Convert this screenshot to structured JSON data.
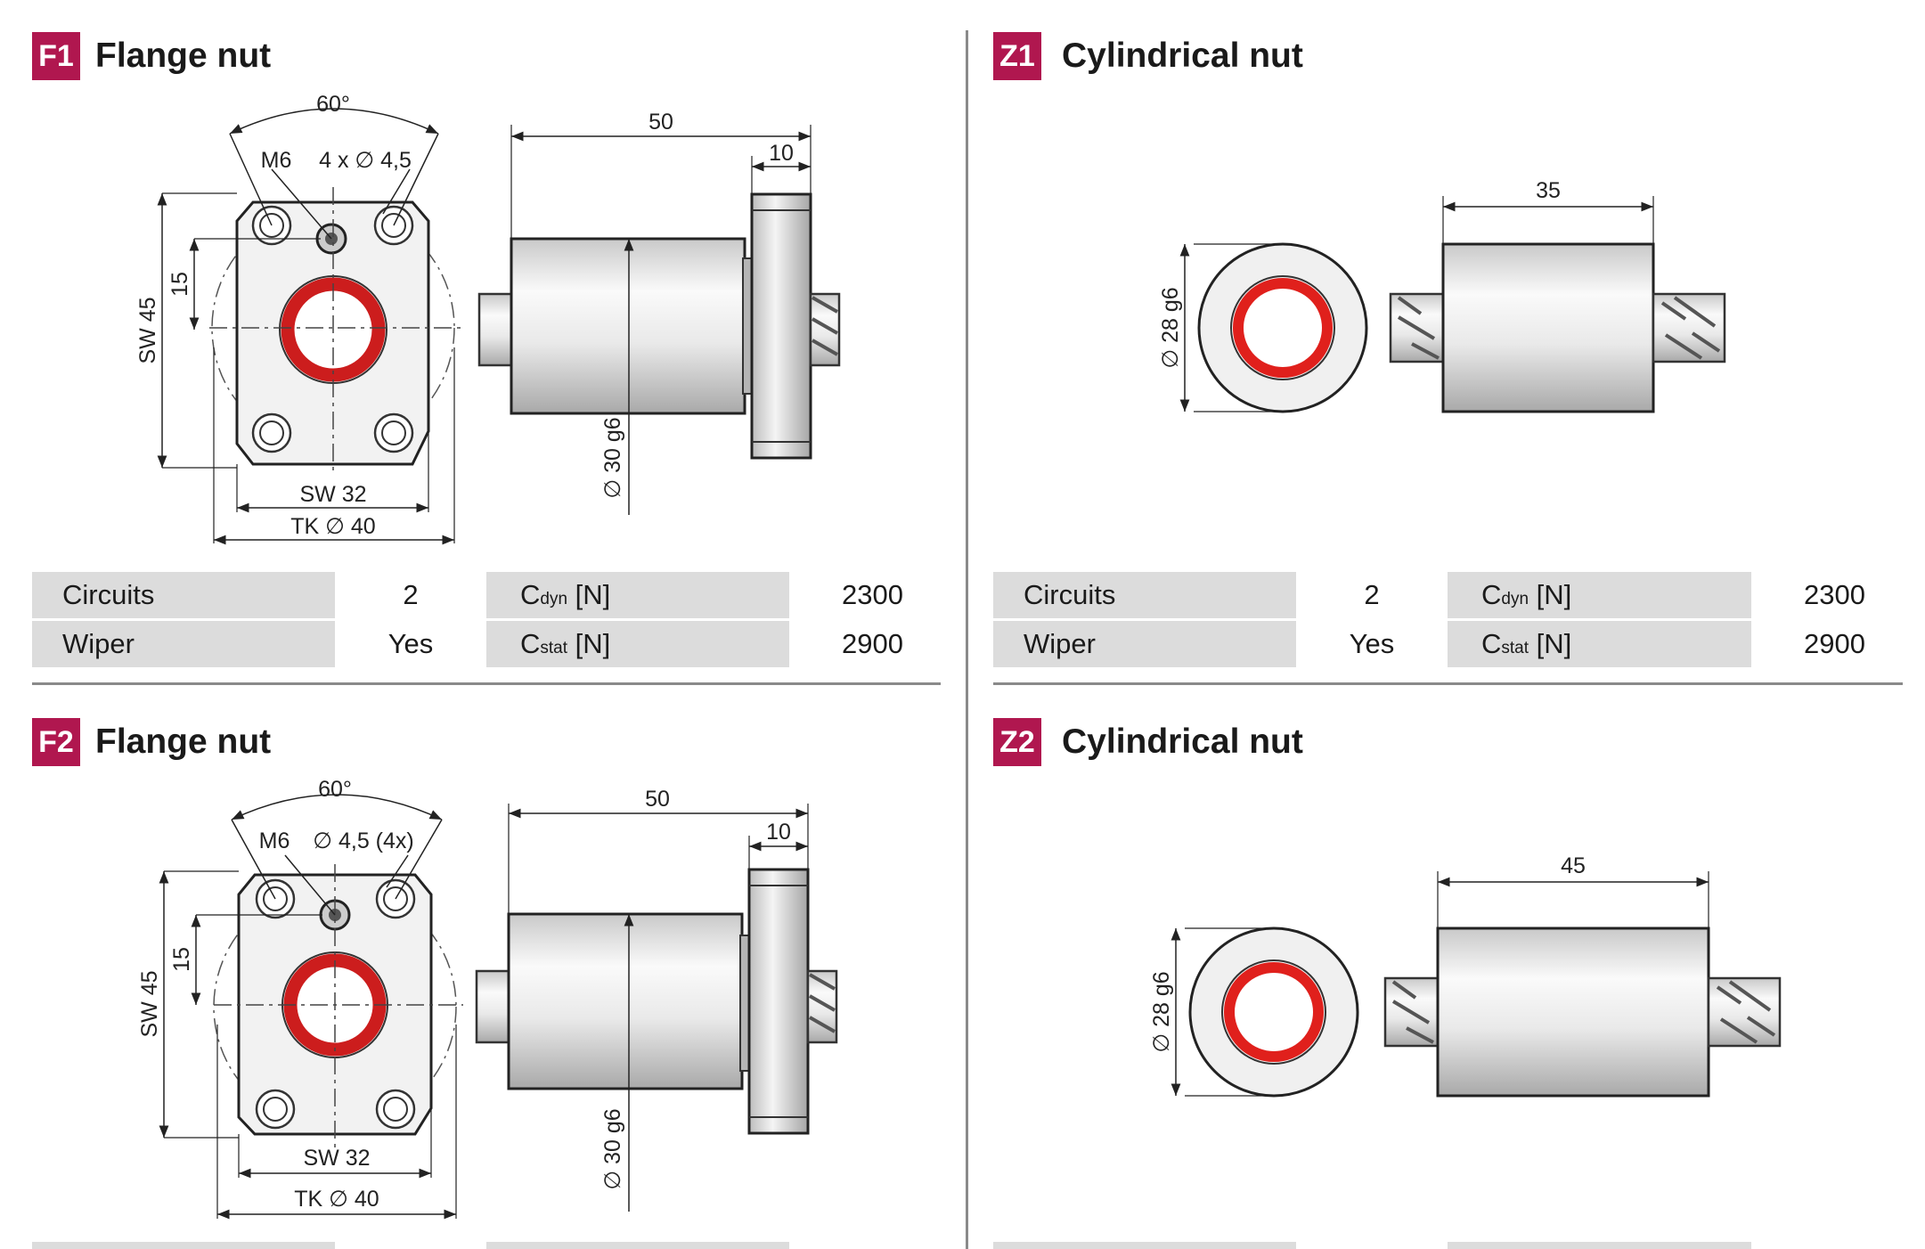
{
  "panels": {
    "f1": {
      "badge": "F1",
      "title": "Flange nut",
      "dims": {
        "angle": "60°",
        "thread": "M6",
        "holes": "4 x ∅ 4,5",
        "pitch": "15",
        "sw_height": "SW 45",
        "sw_width": "SW 32",
        "tk": "TK ∅ 40",
        "length": "50",
        "flange": "10",
        "diameter": "∅ 30 g6"
      },
      "specs": {
        "circuits_label": "Circuits",
        "circuits_value": "2",
        "wiper_label": "Wiper",
        "wiper_value": "Yes",
        "cdyn_c": "C",
        "cdyn_sub": "dyn",
        "cdyn_unit": "[N]",
        "cdyn_value": "2300",
        "cstat_c": "C",
        "cstat_sub": "stat",
        "cstat_unit": "[N]",
        "cstat_value": "2900"
      }
    },
    "z1": {
      "badge": "Z1",
      "title": "Cylindrical nut",
      "dims": {
        "diameter": "∅ 28 g6",
        "length": "35"
      },
      "specs": {
        "circuits_label": "Circuits",
        "circuits_value": "2",
        "wiper_label": "Wiper",
        "wiper_value": "Yes",
        "cdyn_c": "C",
        "cdyn_sub": "dyn",
        "cdyn_unit": "[N]",
        "cdyn_value": "2300",
        "cstat_c": "C",
        "cstat_sub": "stat",
        "cstat_unit": "[N]",
        "cstat_value": "2900"
      }
    },
    "f2": {
      "badge": "F2",
      "title": "Flange nut",
      "dims": {
        "angle": "60°",
        "thread": "M6",
        "holes": "∅ 4,5 (4x)",
        "pitch": "15",
        "sw_height": "SW 45",
        "sw_width": "SW 32",
        "tk": "TK ∅ 40",
        "length": "50",
        "flange": "10",
        "diameter": "∅ 30 g6"
      }
    },
    "z2": {
      "badge": "Z2",
      "title": "Cylindrical nut",
      "dims": {
        "diameter": "∅ 28 g6",
        "length": "45"
      }
    }
  },
  "colors": {
    "badge": "#b0174f",
    "wiper_ring": "#e0201c",
    "table_shade": "#dcdcdc",
    "divider": "#8a8a8a"
  }
}
